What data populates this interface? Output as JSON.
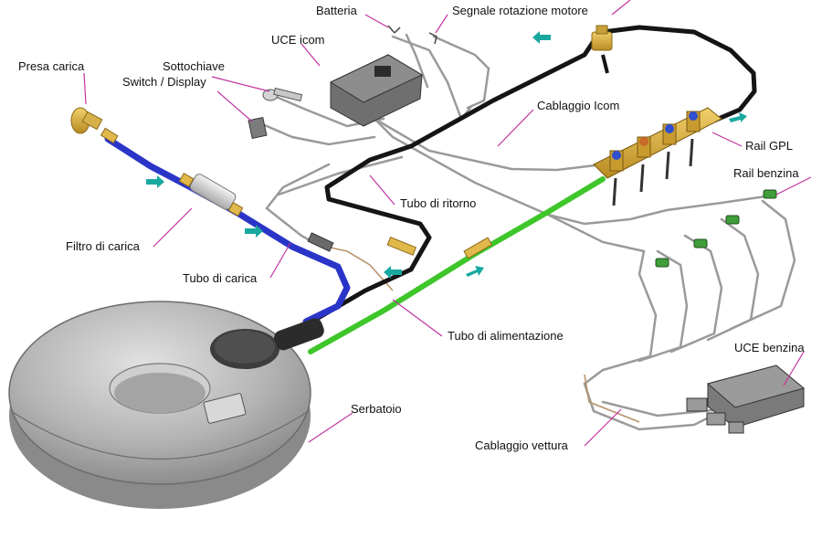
{
  "labels": {
    "batteria": "Batteria",
    "segnale": "Segnale rotazione motore",
    "uce_icom": "UCE icom",
    "presa_carica": "Presa carica",
    "sottochiave": "Sottochiave",
    "switch_display": "Switch / Display",
    "cablaggio_icom": "Cablaggio Icom",
    "rail_gpl": "Rail GPL",
    "rail_benzina": "Rail benzina",
    "tubo_ritorno": "Tubo di ritorno",
    "filtro_carica": "Filtro di carica",
    "tubo_carica": "Tubo di carica",
    "tubo_alimentazione": "Tubo di alimentazione",
    "uce_benzina": "UCE benzina",
    "serbatoio": "Serbatoio",
    "cablaggio_vettura": "Cablaggio vettura"
  },
  "colors": {
    "leader": "#c0329f",
    "filling_pipe": "#2a35c8",
    "supply_pipe": "#3ec62a",
    "return_pipe": "#151515",
    "flow_arrow": "#19a8a0",
    "wire": "#9a9a9a",
    "tank": "#a9a9a9"
  }
}
